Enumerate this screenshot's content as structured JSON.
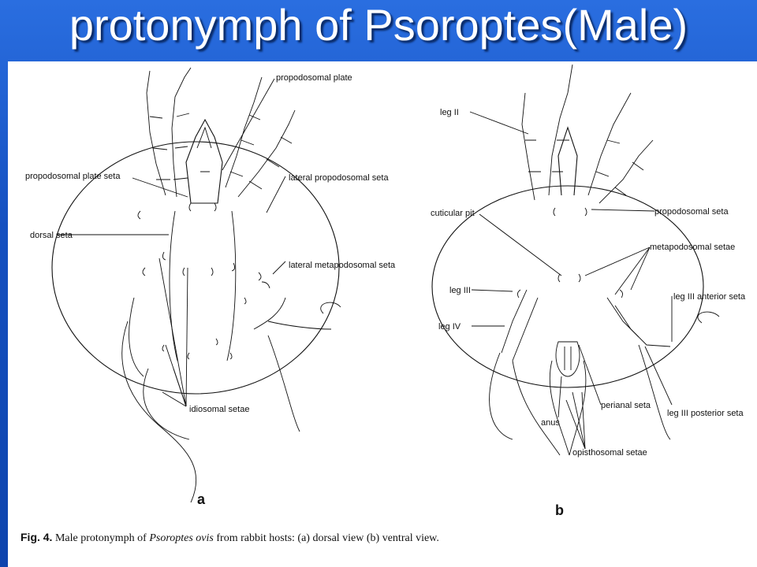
{
  "title": "protonymph  of Psoroptes(Male)",
  "figure_labels": {
    "a": "a",
    "b": "b"
  },
  "left_labels": {
    "propodosomal_plate": "propodosomal plate",
    "propodosomal_plate_seta": "propodosomal plate seta",
    "lateral_propodosomal_seta": "lateral propodosomal seta",
    "dorsal_seta": "dorsal seta",
    "lateral_metapodosomal_seta": "lateral metapodosomal seta",
    "idiosomal_setae": "idiosomal setae"
  },
  "right_labels": {
    "leg_ii": "leg II",
    "propodosomal_seta": "propodosomal seta",
    "cuticular_pit": "cuticular pit",
    "metapodosomal_setae": "metapodosomal setae",
    "leg_iii": "leg III",
    "leg_iii_anterior_seta": "leg III anterior seta",
    "leg_iv": "leg IV",
    "perianal_seta": "perianal seta",
    "leg_iii_posterior_seta": "leg III posterior seta",
    "anus": "anus",
    "opisthosomal_setae": "opisthosomal setae"
  },
  "caption": {
    "fig": "Fig. 4.",
    "before": " Male protonymph of ",
    "species": "Psoroptes ovis",
    "after": " from rabbit hosts: (a) dorsal view (b) ventral view."
  },
  "colors": {
    "background": "#1550c0",
    "title_text": "#ffffff",
    "panel": "#ffffff"
  }
}
